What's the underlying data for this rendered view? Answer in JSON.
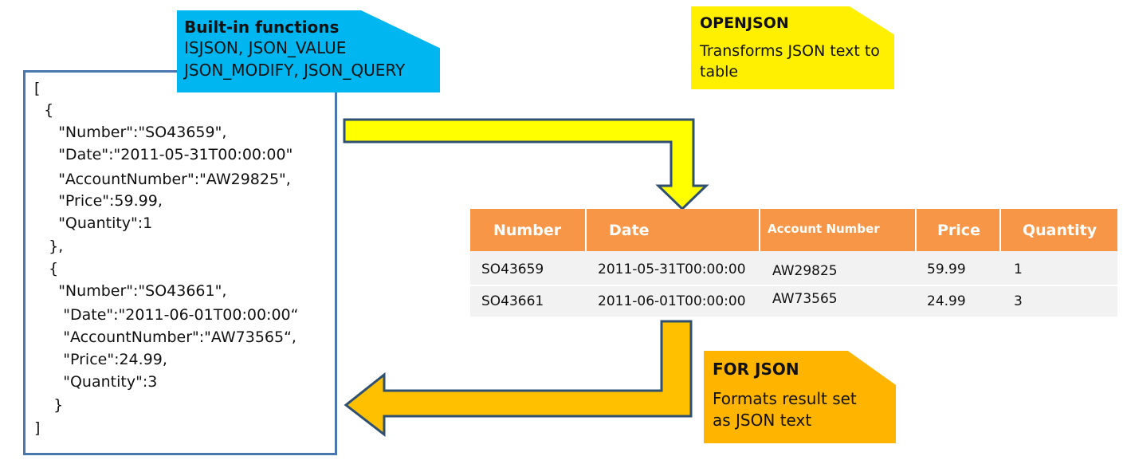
{
  "json_text": {
    "lines": [
      "[",
      "  {",
      "     \"Number\":\"SO43659\",",
      "     \"Date\":\"2011-05-31T00:00:00\"",
      "     \"AccountNumber\":\"AW29825\",",
      "     \"Price\":59.99,",
      "     \"Quantity\":1",
      "   },",
      "   {",
      "     \"Number\":\"SO43661\",",
      "      \"Date\":\"2011-06-01T00:00:00“",
      "      \"AccountNumber\":\"AW73565“,",
      "      \"Price\":24.99,",
      "      \"Quantity\":3",
      "    }",
      "]"
    ]
  },
  "callouts": {
    "builtin": {
      "title": "Built-in functions",
      "text": "ISJSON, JSON_VALUE\nJSON_MODIFY, JSON_QUERY",
      "color": "#00b6f0"
    },
    "openjson": {
      "title": "OPENJSON",
      "text": "Transforms JSON text to\ntable",
      "color": "#ffef00"
    },
    "forjson": {
      "title": "FOR JSON",
      "text": "Formats result set\nas JSON text",
      "color": "#ffb400"
    }
  },
  "table": {
    "header_color": "#f79646",
    "columns": [
      "Number",
      "Date",
      "Account Number",
      "Price",
      "Quantity"
    ],
    "rows": [
      [
        "SO43659",
        "2011-05-31T00:00:00",
        "AW29825",
        "59.99",
        "1"
      ],
      [
        "SO43661",
        "2011-06-01T00:00:00",
        "AW73565",
        "24.99",
        "3"
      ]
    ]
  },
  "arrows": {
    "openjson_arrow_color": "#ffff00",
    "forjson_arrow_color": "#ffc000",
    "outline_color": "#2f4f6f"
  }
}
